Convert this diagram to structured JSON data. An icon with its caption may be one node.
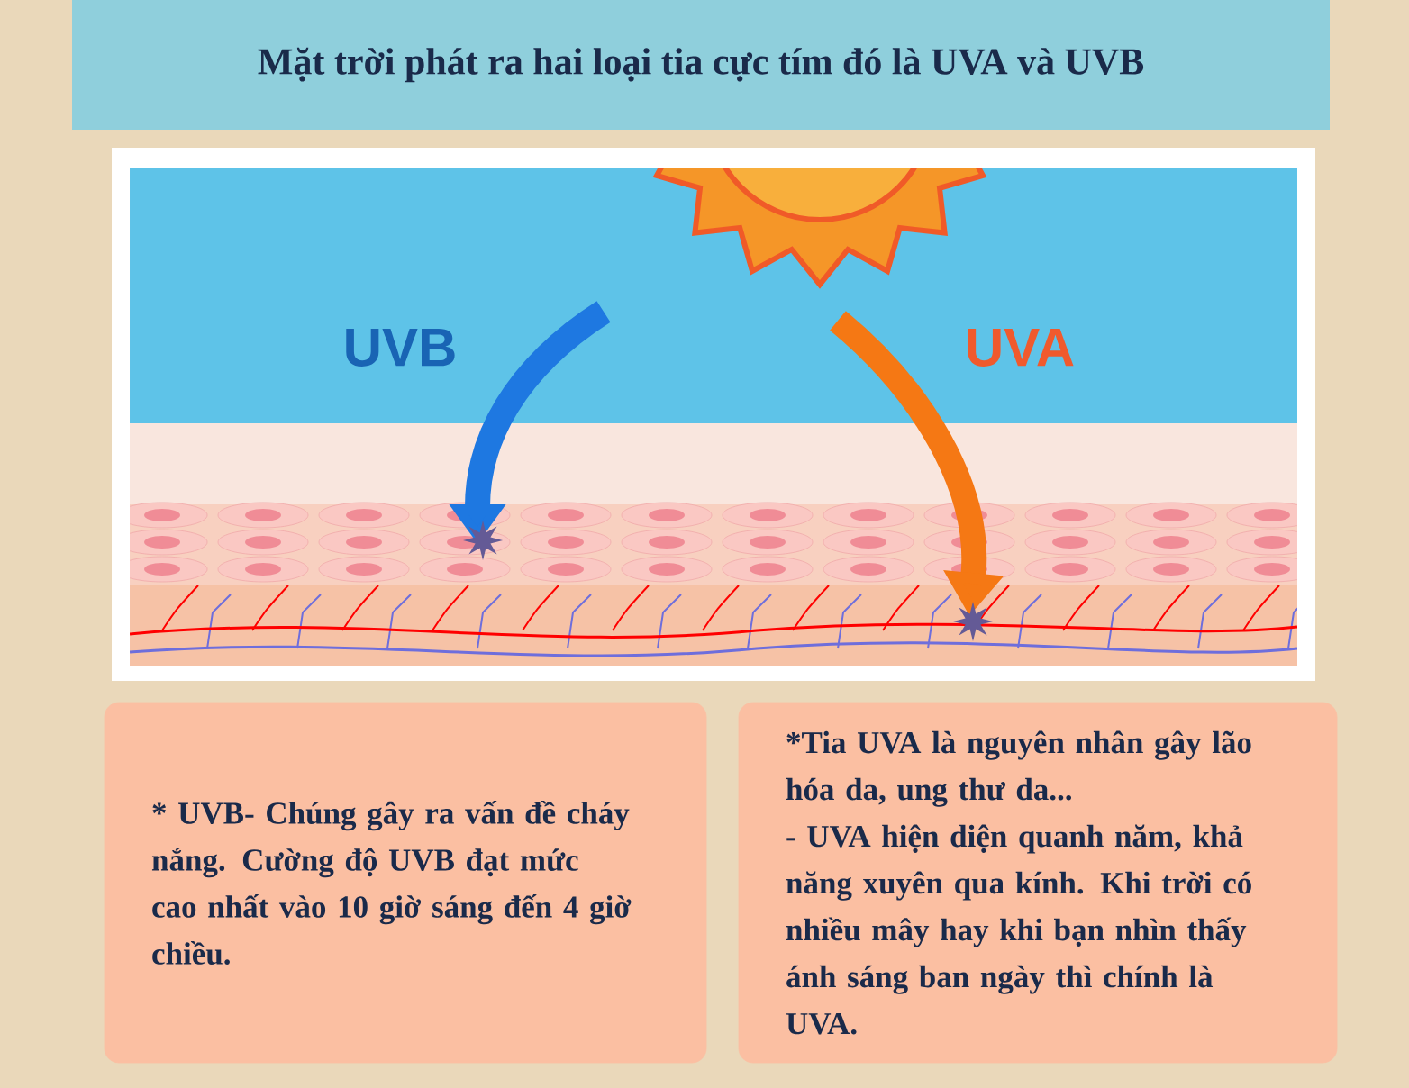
{
  "diagram": {
    "title": "Mặt trời phát ra hai loại tia cực tím đó là UVA và UVB",
    "nodes": [
      {
        "text": [
          "* UVB- Chúng gây ra vấn đề cháy nắng. Cường độ UVB đạt mức cao nhất vào 10 giờ sáng đến 4 giờ chiều."
        ]
      },
      {
        "text": [
          "*Tia UVA là nguyên nhân gây lão hóa da, ung thư da...",
          "- UVA hiện diện quanh năm, khả năng xuyên qua kính. Khi trời có nhiều mây hay khi bạn nhìn thấy ánh sáng ban ngày thì chính là UVA."
        ]
      }
    ],
    "labels": [
      "UVB",
      "UVA"
    ]
  }
}
